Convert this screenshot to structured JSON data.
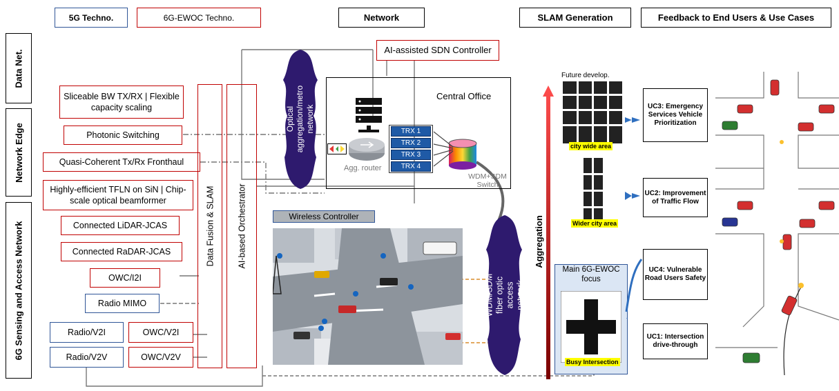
{
  "legend": {
    "tech5g": "5G Techno.",
    "tech6g": "6G-EWOC Techno."
  },
  "headers": {
    "network": "Network",
    "slam": "SLAM Generation",
    "feedback": "Feedback to End Users & Use Cases"
  },
  "side_labels": {
    "data_net": "Data Net.",
    "network_edge": "Network Edge",
    "sensing": "6G Sensing and Access Network"
  },
  "left_boxes": [
    "Sliceable BW TX/RX | Flexible capacity scaling",
    "Photonic Switching",
    "Quasi-Coherent Tx/Rx Fronthaul",
    "Highly-efficient TFLN on SiN | Chip-scale optical beamformer",
    "Connected LiDAR-JCAS",
    "Connected RaDAR-JCAS",
    "OWC/I2I",
    "Radio MIMO",
    "Radio/V2I",
    "OWC/V2I",
    "Radio/V2V",
    "OWC/V2V"
  ],
  "columns": {
    "fusion": "Data Fusion & SLAM",
    "orchestrator": "AI-based Orchestrator"
  },
  "clouds": {
    "metro": "Optical aggregation/metro network",
    "access": "WDM/SDM fiber optic access network"
  },
  "network": {
    "sdn": "AI-assisted SDN Controller",
    "central_office": "Central Office",
    "agg_router": "Agg. router",
    "trx": [
      "TRX 1",
      "TRX 2",
      "TRX 3",
      "TRX 4"
    ],
    "switch": "WDM+SDM Switch",
    "wireless_controller": "Wireless Controller"
  },
  "slam": {
    "future": "Future develop.",
    "city": "city wide area",
    "wider": "Wider city area",
    "aggregation": "Aggregation",
    "main_focus": "Main 6G-EWOC focus",
    "busy": "Busy Intersection"
  },
  "use_cases": {
    "uc3": "UC3: Emergency Services Vehicle Prioritization",
    "uc2": "UC2: Improvement of Traffic Flow",
    "uc4": "UC4: Vulnerable Road Users Safety",
    "uc1": "UC1: Intersection drive-through"
  },
  "colors": {
    "red": "#c00000",
    "blue": "#2f5597",
    "cloud": "#2e1a6e"
  }
}
